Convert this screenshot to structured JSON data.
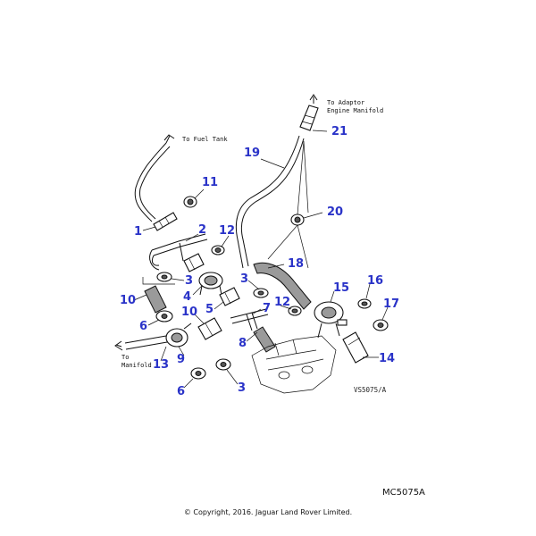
{
  "notes": {
    "to_adaptor_line1": "To Adaptor",
    "to_adaptor_line2": "Engine Manifold",
    "to_fuel_tank": "To Fuel Tank",
    "to_manifold_line1": "To",
    "to_manifold_line2": "Manifold"
  },
  "reference": "VS5075/A",
  "figure_code": "MC5075A",
  "copyright": "© Copyright, 2016. Jaguar Land Rover Limited.",
  "callouts": {
    "c21": "21",
    "c19": "19",
    "c11": "11",
    "c20": "20",
    "c1": "1",
    "c2": "2",
    "c12a": "12",
    "c18": "18",
    "c3a": "3",
    "c3b": "3",
    "c15": "15",
    "c16": "16",
    "c10a": "10",
    "c4": "4",
    "c12b": "12",
    "c17": "17",
    "c5": "5",
    "c7": "7",
    "c6a": "6",
    "c10b": "10",
    "c8": "8",
    "c14": "14",
    "c9": "9",
    "c13": "13",
    "c6b": "6",
    "c3c": "3"
  },
  "colors": {
    "callout": "#2a33c8",
    "ink": "#111111",
    "background": "#ffffff"
  }
}
